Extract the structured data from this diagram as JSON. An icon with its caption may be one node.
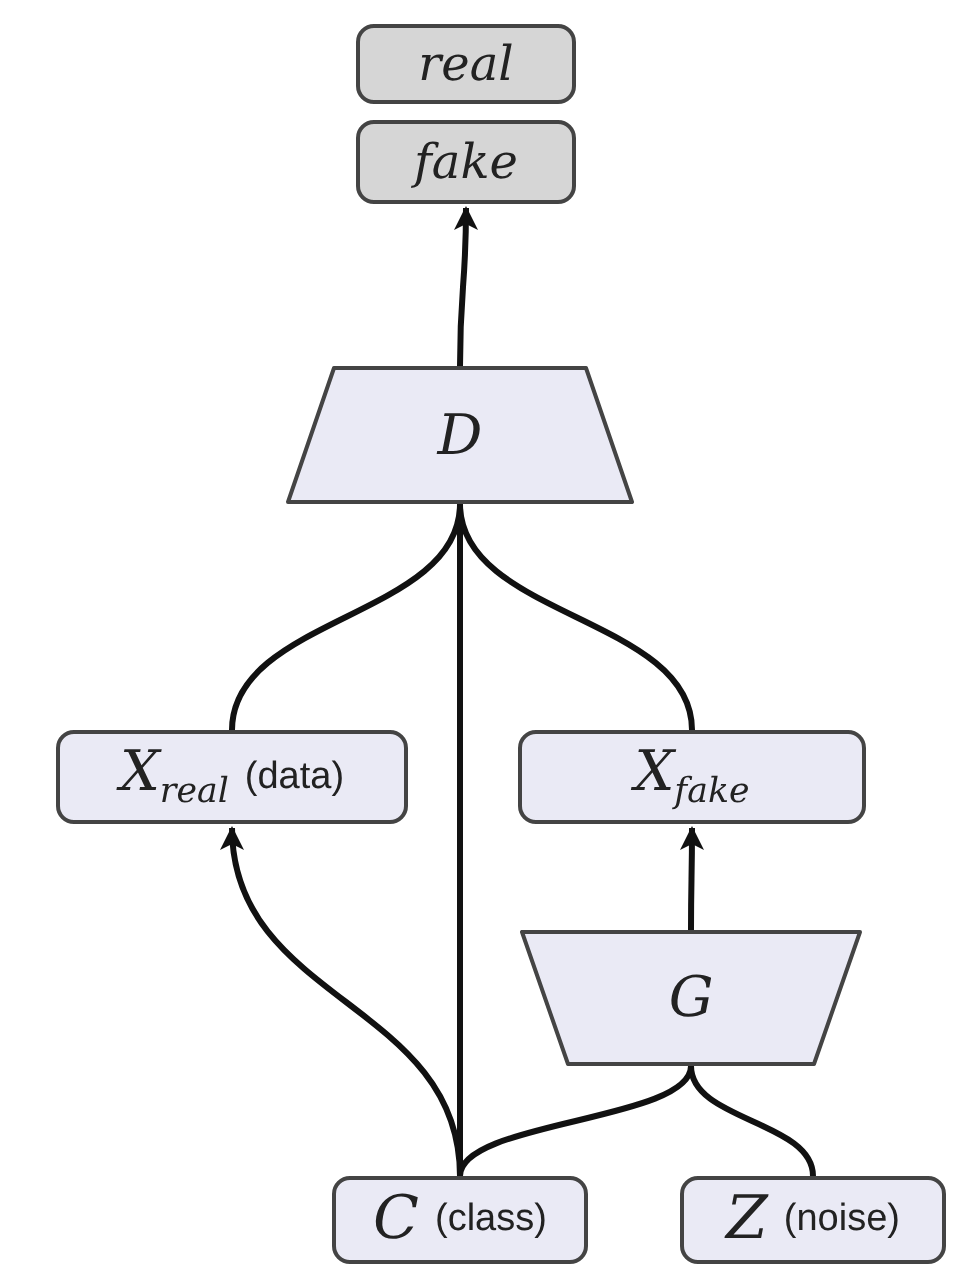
{
  "diagram": {
    "nodes": [
      {
        "text": [
          "real"
        ]
      },
      {
        "text": [
          "fake"
        ]
      },
      {
        "text": [
          "D"
        ]
      },
      {
        "text": [
          "X$_{real}$",
          "(data)"
        ]
      },
      {
        "text": [
          "X$_{fake}$"
        ]
      },
      {
        "text": [
          "G"
        ]
      },
      {
        "text": [
          "C",
          "(class)"
        ]
      },
      {
        "text": [
          "Z",
          "(noise)"
        ]
      }
    ],
    "edges": [
      {
        "from": 2,
        "to": 1,
        "arrow": "to"
      },
      {
        "from": 3,
        "to": 2,
        "arrow": "none"
      },
      {
        "from": 6,
        "to": 2,
        "arrow": "none"
      },
      {
        "from": 4,
        "to": 2,
        "arrow": "none"
      },
      {
        "from": 6,
        "to": 3,
        "arrow": "to"
      },
      {
        "from": 6,
        "to": 5,
        "arrow": "none"
      },
      {
        "from": 7,
        "to": 5,
        "arrow": "none"
      },
      {
        "from": 5,
        "to": 4,
        "arrow": "to"
      }
    ]
  }
}
